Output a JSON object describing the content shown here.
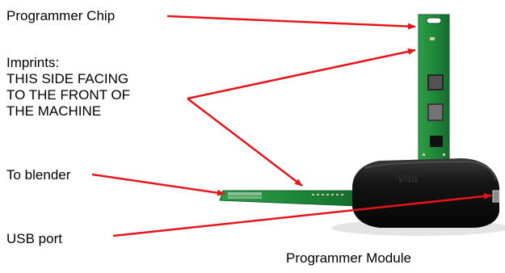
{
  "labels": {
    "programmer_chip": "Programmer Chip",
    "imprints_heading": "Imprints:",
    "imprints_lines": [
      "THIS SIDE FACING",
      "TO THE FRONT OF",
      "THE MACHINE"
    ],
    "to_blender": "To blender",
    "usb_port": "USB port",
    "programmer_module": "Programmer Module"
  },
  "colors": {
    "arrow": "#e4161b",
    "pcb": "#1f8a3a",
    "module_body": "#111111"
  }
}
